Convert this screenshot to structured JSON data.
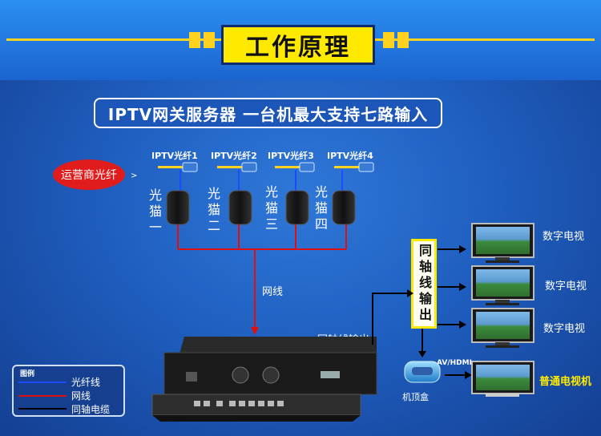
{
  "title": "工作原理",
  "subtitle": "IPTV网关服务器 一台机最大支持七路输入",
  "provider": "运营商光纤",
  "fibers": [
    "IPTV光纤1",
    "IPTV光纤2",
    "IPTV光纤3",
    "IPTV光纤4"
  ],
  "modems": [
    "光猫一",
    "光猫二",
    "光猫三",
    "光猫四"
  ],
  "network_label": "网线",
  "coax_label": "同轴线输出",
  "coax_box": "同轴线输出",
  "tvs": [
    "数字电视",
    "数字电视",
    "数字电视",
    "普通电视机"
  ],
  "avhdmi": "AV/HDMI",
  "stb": "机顶盒",
  "legend": {
    "title": "图例",
    "items": [
      {
        "label": "光纤线",
        "color": "#1a4bff"
      },
      {
        "label": "网线",
        "color": "#e01010"
      },
      {
        "label": "同轴电缆",
        "color": "#000000"
      }
    ]
  },
  "colors": {
    "fiber": "#1a4bff",
    "network": "#e01010",
    "coax": "#000000",
    "title_bg": "#ffe900"
  }
}
